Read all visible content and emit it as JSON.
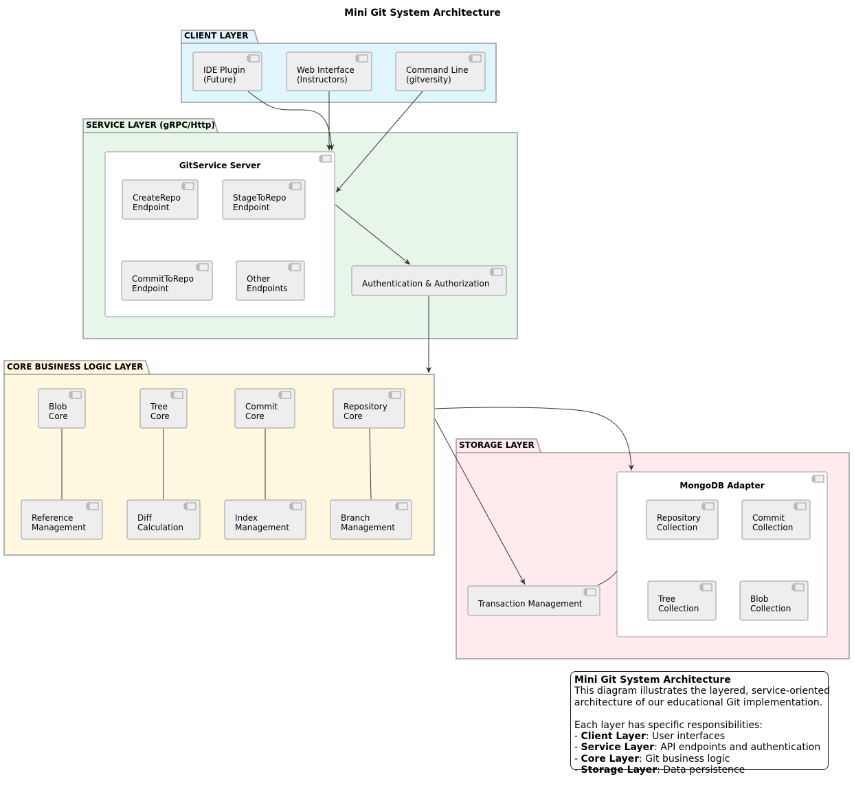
{
  "title": "Mini Git System Architecture",
  "colors": {
    "client_layer": "#E1F5FE",
    "service_layer": "#E8F5E9",
    "core_layer": "#FFF8E1",
    "storage_layer": "#FFEBEE",
    "component_fill": "#EEEEEE",
    "border": "#999999",
    "arrow": "#333333"
  },
  "icons": {
    "component": "component-icon"
  },
  "client_layer": {
    "label": "CLIENT LAYER",
    "ide_plugin": [
      "IDE Plugin",
      "(Future)"
    ],
    "web_interface": [
      "Web Interface",
      "(Instructors)"
    ],
    "command_line": [
      "Command Line",
      "(gitversity)"
    ]
  },
  "service_layer": {
    "label": "SERVICE LAYER (gRPC/Http)",
    "server_title": "GitService Server",
    "create_repo": [
      "CreateRepo",
      "Endpoint"
    ],
    "stage_to_repo": [
      "StageToRepo",
      "Endpoint"
    ],
    "commit_to_repo": [
      "CommitToRepo",
      "Endpoint"
    ],
    "other_endpoints": [
      "Other",
      "Endpoints"
    ],
    "auth": "Authentication & Authorization"
  },
  "core_layer": {
    "label": "CORE BUSINESS LOGIC LAYER",
    "blob_core": [
      "Blob",
      "Core"
    ],
    "tree_core": [
      "Tree",
      "Core"
    ],
    "commit_core": [
      "Commit",
      "Core"
    ],
    "repository_core": [
      "Repository",
      "Core"
    ],
    "reference_management": [
      "Reference",
      "Management"
    ],
    "diff_calculation": [
      "Diff",
      "Calculation"
    ],
    "index_management": [
      "Index",
      "Management"
    ],
    "branch_management": [
      "Branch",
      "Management"
    ]
  },
  "storage_layer": {
    "label": "STORAGE LAYER",
    "adapter_title": "MongoDB Adapter",
    "repository_collection": [
      "Repository",
      "Collection"
    ],
    "commit_collection": [
      "Commit",
      "Collection"
    ],
    "tree_collection": [
      "Tree",
      "Collection"
    ],
    "blob_collection": [
      "Blob",
      "Collection"
    ],
    "transaction_management": "Transaction Management"
  },
  "note": {
    "title": "Mini Git System Architecture",
    "desc_line1": "This diagram illustrates the layered, service-oriented",
    "desc_line2": "architecture of our educational Git implementation.",
    "intro": "Each layer has specific responsibilities:",
    "items": [
      {
        "name": "Client Layer",
        "desc": ": User interfaces"
      },
      {
        "name": "Service Layer",
        "desc": ": API endpoints and authentication"
      },
      {
        "name": "Core Layer",
        "desc": ": Git business logic"
      },
      {
        "name": "Storage Layer",
        "desc": ": Data persistence"
      }
    ]
  }
}
